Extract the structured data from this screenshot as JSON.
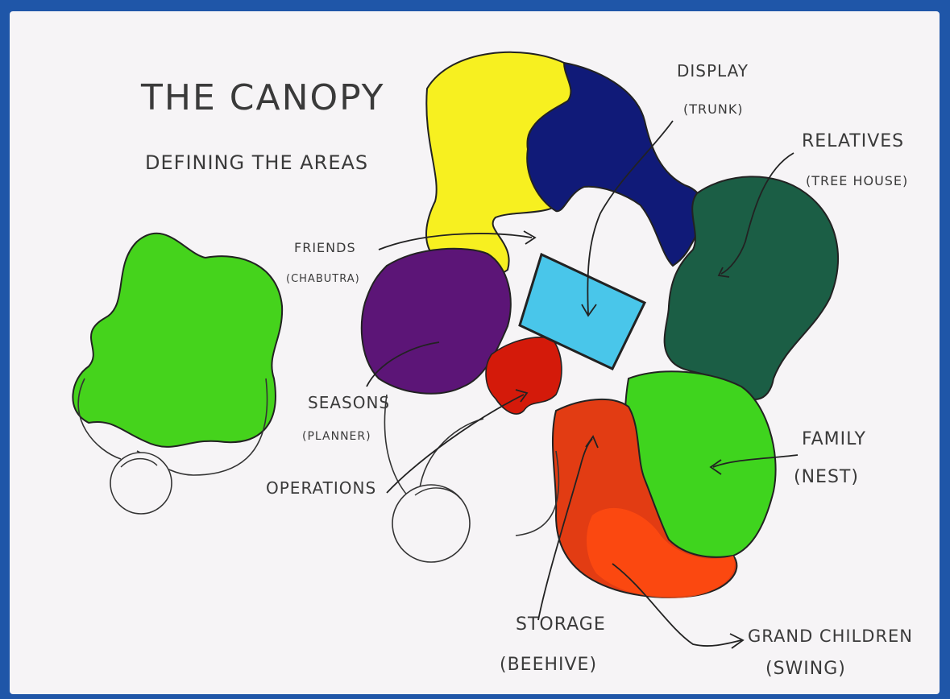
{
  "title": "THE CANOPY",
  "subtitle": "DEFINING THE AREAS",
  "areas": [
    {
      "name": "DISPLAY",
      "alias": "(TRUNK)",
      "color": "#101a78"
    },
    {
      "name": "RELATIVES",
      "alias": "(TREE HOUSE)",
      "color": "#1b5e45"
    },
    {
      "name": "FRIENDS",
      "alias": "(CHABUTRA)",
      "color": "#5c1577"
    },
    {
      "name": "SEASONS",
      "alias": "(PLANNER)",
      "color": "#d41a0a"
    },
    {
      "name": "OPERATIONS",
      "alias": "",
      "color": "#e8331a"
    },
    {
      "name": "FAMILY",
      "alias": "(NEST)",
      "color": "#3fd41e"
    },
    {
      "name": "STORAGE",
      "alias": "(BEEHIVE)",
      "color": "#e23c13"
    },
    {
      "name": "GRAND CHILDREN",
      "alias": "(SWING)",
      "color": "#ff4a10"
    }
  ],
  "colors": {
    "frame": "#1f56a8",
    "paper": "#f6f4f6",
    "yellow": "#f7f020",
    "cyan": "#49c6ea",
    "lime": "#45d31c"
  }
}
